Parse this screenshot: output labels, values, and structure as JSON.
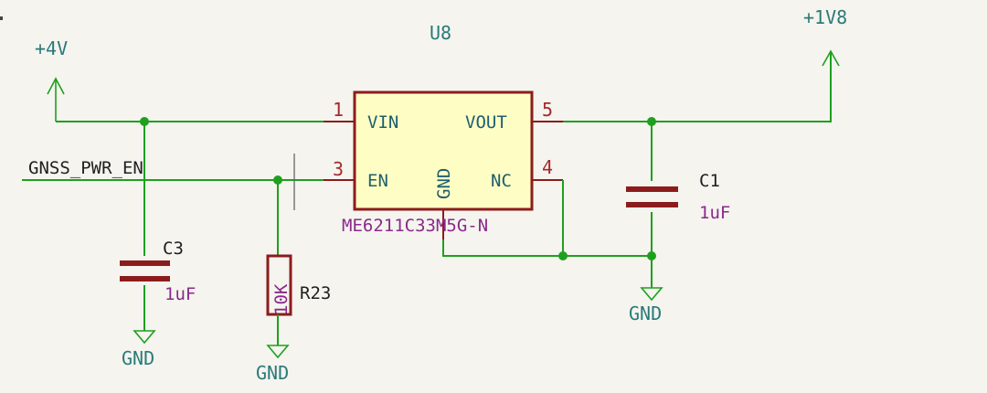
{
  "ic": {
    "ref": "U8",
    "value": "ME6211C33M5G-N",
    "pins": {
      "vin": {
        "number": "1",
        "name": "VIN"
      },
      "en": {
        "number": "3",
        "name": "EN"
      },
      "gnd": {
        "name": "GND"
      },
      "vout": {
        "number": "5",
        "name": "VOUT"
      },
      "nc": {
        "number": "4",
        "name": "NC"
      }
    }
  },
  "power": {
    "input_label": "+4V",
    "output_label": "+1V8",
    "ground_label": "GND"
  },
  "net": {
    "enable_label": "GNSS_PWR_EN"
  },
  "components": {
    "c3": {
      "ref": "C3",
      "value": "1uF"
    },
    "c1": {
      "ref": "C1",
      "value": "1uF"
    },
    "r23": {
      "ref": "R23",
      "value": "10K"
    }
  },
  "colors": {
    "wire": "#1ea01e",
    "symbol_body": "#8c1c1c",
    "ic_fill": "#fefec4",
    "value_text": "#8a2a8a"
  }
}
